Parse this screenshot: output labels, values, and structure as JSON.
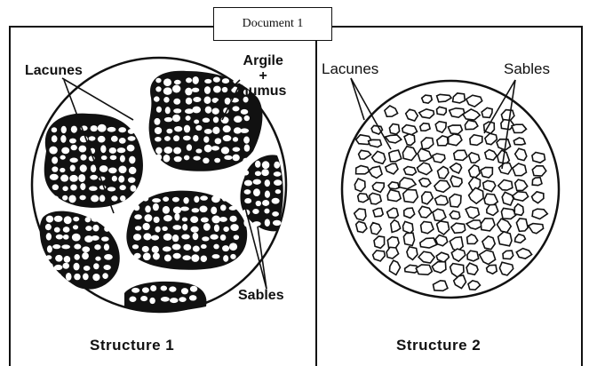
{
  "document_label": "Document 1",
  "panel1": {
    "label_lacunes": "Lacunes",
    "label_argile": "Argile",
    "label_plus": "+",
    "label_humus": "humus",
    "label_sables": "Sables",
    "caption": "Structure 1"
  },
  "panel2": {
    "label_lacunes": "Lacunes",
    "label_sables": "Sables",
    "caption": "Structure 2"
  },
  "colors": {
    "ink": "#111111",
    "background": "#ffffff"
  }
}
